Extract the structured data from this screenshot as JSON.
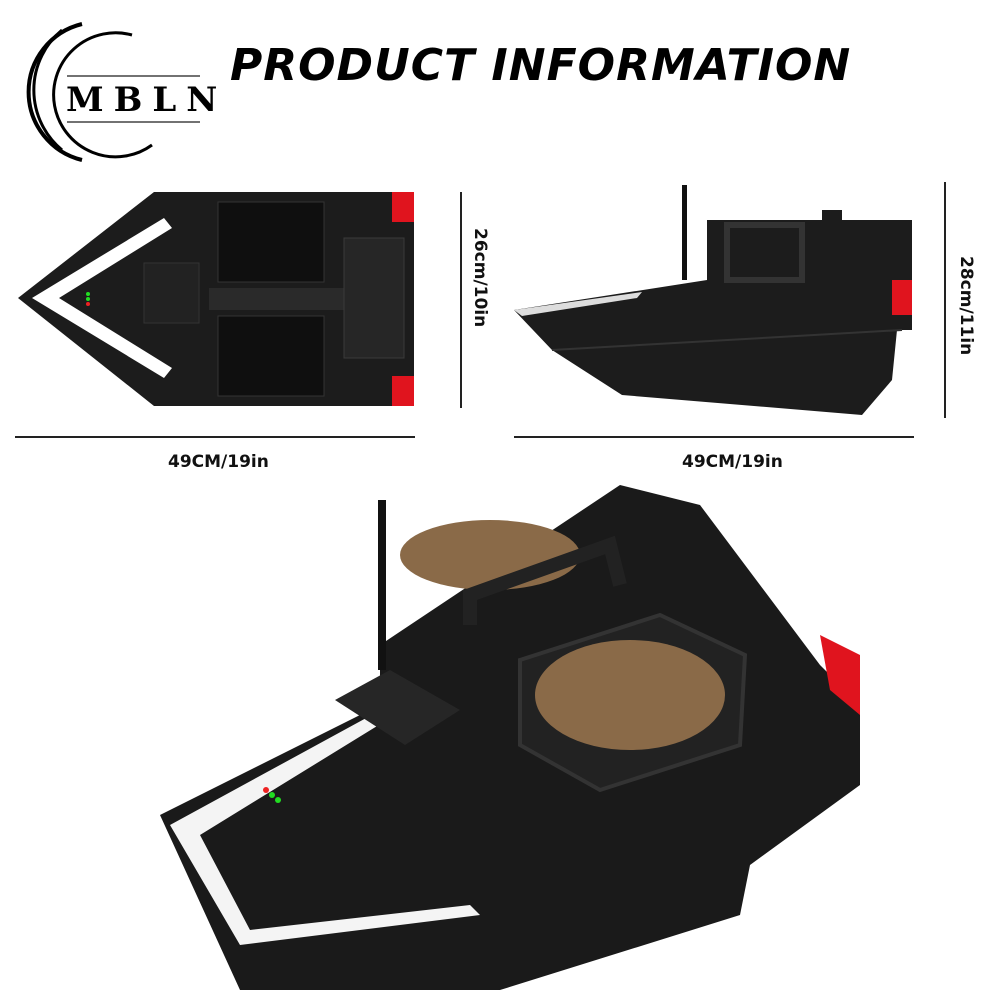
{
  "brand": {
    "logo_text": "MBLN"
  },
  "header": {
    "title": "PRODUCT INFORMATION"
  },
  "dimensions": {
    "top_view_width": "49CM/19in",
    "top_view_height": "26cm/10in",
    "side_view_width": "49CM/19in",
    "side_view_height": "28cm/11in"
  },
  "colors": {
    "hull": "#1a1a1a",
    "accent_red": "#e0141e",
    "stripe": "#ffffff",
    "bait": "#8a6a48"
  },
  "images": [
    "boat-top-view",
    "boat-side-view",
    "boat-perspective-view-with-bait"
  ]
}
